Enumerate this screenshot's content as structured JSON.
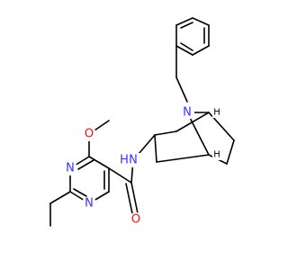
{
  "colors": {
    "bond": "#000000",
    "carbon": "#000000",
    "nitrogen": "#3333ff",
    "oxygen": "#ff0d0d"
  },
  "atoms": {
    "n_bridge": {
      "label": "N"
    },
    "h_bridgehead_upper": {
      "label": "H"
    },
    "h_bridgehead_lower": {
      "label": "H"
    },
    "nh_amide": {
      "label": "N",
      "hydrogen": "H"
    },
    "o_methoxy": {
      "label": "O"
    },
    "o_carbonyl": {
      "label": "O"
    },
    "n_pyrimidine_3": {
      "label": "N"
    },
    "n_pyrimidine_1": {
      "label": "N"
    }
  }
}
